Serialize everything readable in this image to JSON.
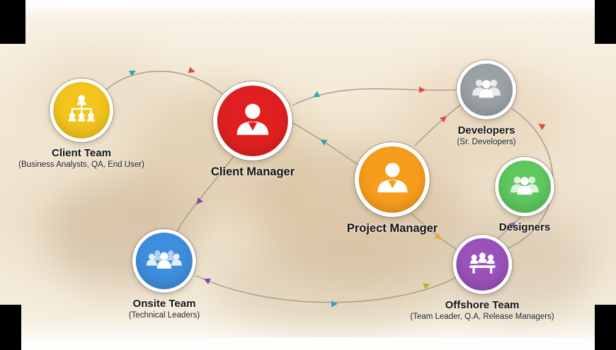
{
  "title": "Team communication structure diagram",
  "diagram": {
    "nodes": [
      {
        "id": "client-team",
        "label": "Client Team",
        "sublabel": "(Business Analysts, QA, End User)",
        "color": "#f2c41d",
        "icon": "people-network-icon"
      },
      {
        "id": "client-manager",
        "label": "Client Manager",
        "sublabel": "",
        "color": "#e02020",
        "icon": "person-icon"
      },
      {
        "id": "developers",
        "label": "Developers",
        "sublabel": "(Sr. Developers)",
        "color": "#9aa2a6",
        "icon": "people-group-icon"
      },
      {
        "id": "project-manager",
        "label": "Project Manager",
        "sublabel": "",
        "color": "#f79d1e",
        "icon": "person-icon"
      },
      {
        "id": "designers",
        "label": "Designers",
        "sublabel": "",
        "color": "#5ec75e",
        "icon": "people-group-icon"
      },
      {
        "id": "onsite-team",
        "label": "Onsite Team",
        "sublabel": "(Technical Leaders)",
        "color": "#3e8edd",
        "icon": "people-crowd-icon"
      },
      {
        "id": "offshore-team",
        "label": "Offshore Team",
        "sublabel": "(Team Leader, Q.A, Release Managers)",
        "color": "#9b51bb",
        "icon": "meeting-table-icon"
      }
    ],
    "edges": [
      {
        "from": "client-team",
        "to": "client-manager"
      },
      {
        "from": "client-manager",
        "to": "developers"
      },
      {
        "from": "project-manager",
        "to": "client-manager"
      },
      {
        "from": "project-manager",
        "to": "developers"
      },
      {
        "from": "client-manager",
        "to": "onsite-team"
      },
      {
        "from": "onsite-team",
        "to": "offshore-team"
      },
      {
        "from": "project-manager",
        "to": "offshore-team"
      },
      {
        "from": "offshore-team",
        "to": "designers"
      },
      {
        "from": "offshore-team",
        "to": "developers"
      }
    ],
    "arrow_colors": {
      "teal": "#2aa7b5",
      "red": "#e0483c",
      "purple": "#8e44ad",
      "orange": "#f0a030",
      "olive": "#b1b12f"
    }
  }
}
